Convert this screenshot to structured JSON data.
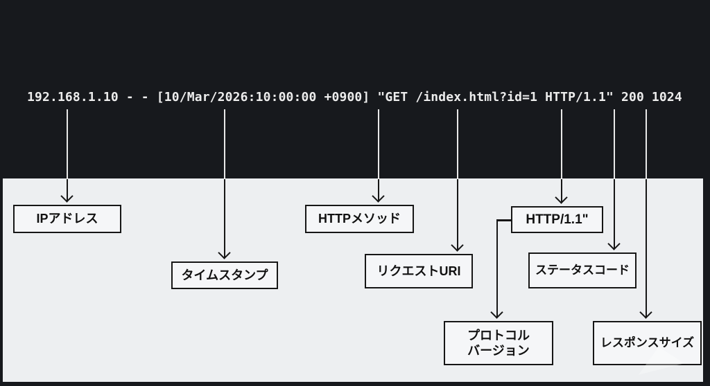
{
  "log_line": {
    "text": "192.168.1.10 - - [10/Mar/2026:10:00:00 +0900] \"GET /index.html?id=1 HTTP/1.1\" 200 1024"
  },
  "labels": {
    "ip": "IPアドレス",
    "timestamp": "タイムスタンプ",
    "http_method": "HTTPメソッド",
    "request_uri": "リクエストURI",
    "http_version_literal": "HTTP/1.1\"",
    "status_code": "ステータスコード",
    "protocol_version_line1": "プロトコル",
    "protocol_version_line2": "バージョン",
    "response_size": "レスポンスサイズ"
  },
  "colors": {
    "background_dark": "#17191d",
    "panel_light": "#edeff1",
    "box_background": "#f5f6f8",
    "box_border": "#161616",
    "arrow_on_dark": "#e9e9e9",
    "arrow_on_light": "#161616",
    "log_text": "#ededed",
    "label_text": "#111111"
  }
}
